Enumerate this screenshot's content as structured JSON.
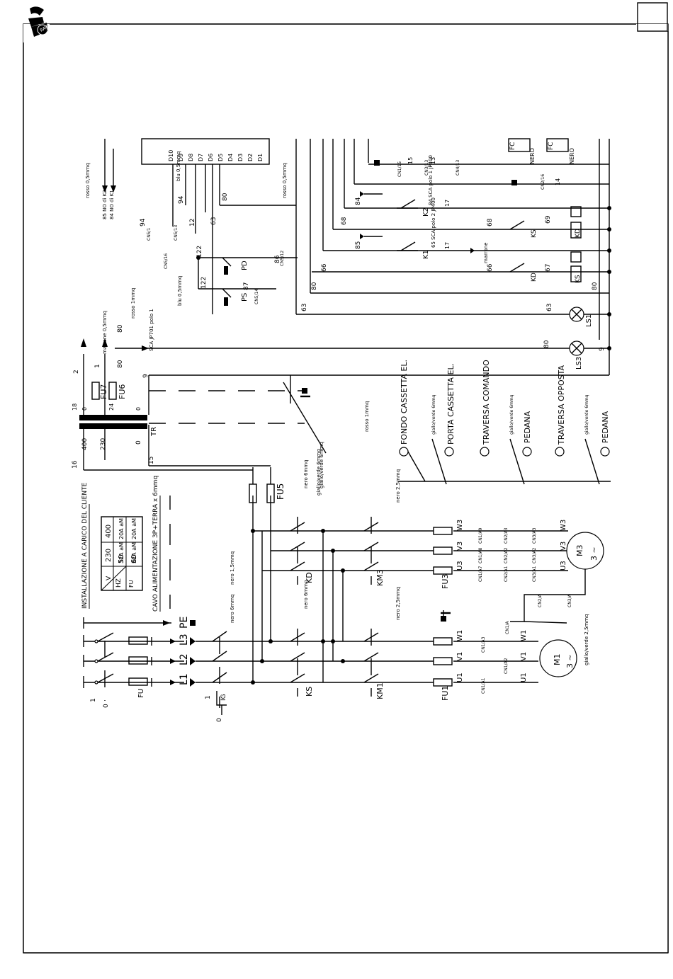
{
  "page": {
    "number": ""
  },
  "supply": {
    "phases": [
      "L1",
      "L2",
      "L3",
      "PE"
    ],
    "switch_positions": [
      "1",
      "0"
    ],
    "fuse": "FU",
    "isolator": "IG",
    "isolator_positions": [
      "1",
      "0"
    ]
  },
  "client_install": {
    "title": "INSTALLAZIONE A CARICO DEL CLIENTE",
    "table": {
      "row_v": [
        "V",
        "230",
        "400"
      ],
      "row_hz": [
        "HZ",
        "50",
        "60"
      ],
      "row_fu": [
        "FU",
        "32A aM",
        "20A aM"
      ],
      "rows": [
        [
          "230",
          "400"
        ],
        [
          "32A aM",
          "20A aM"
        ],
        [
          "32A aM",
          "20A aM"
        ]
      ]
    },
    "cable": "CAVO ALIMENTAZIONE 3P+TERRA x 6mmq"
  },
  "contactors": [
    "KS",
    "KD",
    "KM1",
    "KM3"
  ],
  "motor_fuses": [
    "FU1",
    "FU3"
  ],
  "motor1": {
    "name": "M1",
    "phase": "3 ~",
    "terminals": [
      "U1",
      "V1",
      "W1"
    ],
    "cn": [
      "CN1/A1",
      "CN1/A2",
      "CN1/A3"
    ]
  },
  "motor3": {
    "name": "M3",
    "phase": "3 ~",
    "terminals": [
      "U3",
      "V3",
      "W3"
    ],
    "cn": [
      "CN1/A7",
      "CN1/A8",
      "CN1/A9",
      "CN2/A1",
      "CN2/A2",
      "CN2/A3",
      "CN3/A1",
      "CN3/A2",
      "CN3/A3"
    ]
  },
  "earth_labels": [
    "CN1/A",
    "CN2/A",
    "CN3/A"
  ],
  "wire_labels": {
    "nero_6": "nero 6mmq",
    "nero_15": "nero 1,5mmq",
    "nero_25": "nero 2,5mmq",
    "gv_6": "giallo/verde 6mmq",
    "gv_25": "giallo/verde 2,5mmq",
    "rosso_1": "rosso 1mmq",
    "rosso_05": "rosso 0,5mmq",
    "blu_05": "blu 0,5mmq",
    "marrone_05": "marrone 0,5mmq"
  },
  "transformer": {
    "name": "TR",
    "primary": [
      "16",
      "400",
      "230",
      "0",
      "15"
    ],
    "secondary": [
      "18",
      "0",
      "24",
      "0",
      "0"
    ],
    "fuses": [
      "FU5",
      "FU6",
      "FU7"
    ],
    "outputs": [
      "1",
      "2"
    ]
  },
  "earth_points": [
    "FONDO CASSETTA EL.",
    "PORTA CASSETTA EL.",
    "TRAVERSA COMANDO",
    "PEDANA",
    "TRAVERSA OPPOSTA",
    "PEDANA"
  ],
  "control": {
    "wires": [
      "63",
      "80",
      "66",
      "68",
      "84",
      "85",
      "86",
      "87",
      "94",
      "9",
      "12",
      "13",
      "14",
      "15",
      "16",
      "17",
      "122",
      "67",
      "69"
    ],
    "buttons": [
      "PD",
      "PS"
    ],
    "relays": [
      "K1",
      "K2"
    ],
    "coils": [
      "KS",
      "KD"
    ],
    "lamps": [
      "LS1",
      "LS3"
    ],
    "connector": [
      "CN1/15",
      "CN2/16",
      "CN3/13",
      "CN4/13",
      "CN5/1",
      "CN5/13",
      "CN5/14",
      "CN5/16",
      "CN5/12"
    ],
    "terminal_block": [
      "D1",
      "D2",
      "D3",
      "D4",
      "D5",
      "D6",
      "D7",
      "D8",
      "D9",
      "D10"
    ],
    "refs": [
      "85 NO di K2",
      "84 NO di K1",
      "SCA JP701 polo 1",
      "84 SCA polo 1 JP400",
      "65 SCA polo 2 JP400"
    ],
    "misc": [
      "marrone"
    ],
    "nero": "NERO",
    "fc": "FC"
  }
}
